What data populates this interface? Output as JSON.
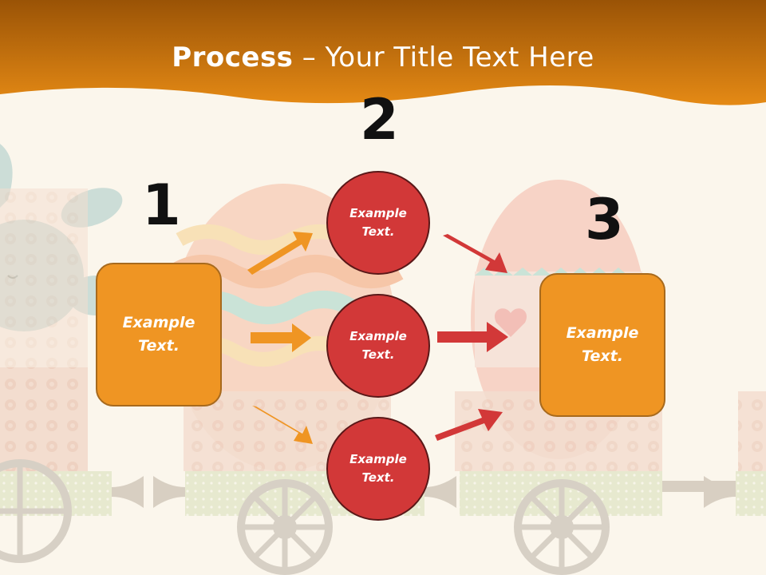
{
  "title": {
    "bold": "Process",
    "rest": " – Your Title Text Here"
  },
  "steps": {
    "n1": "1",
    "n2": "2",
    "n3": "3"
  },
  "boxes": {
    "left": "Example\nText.",
    "right": "Example\nText."
  },
  "circles": [
    {
      "text": "Example\nText."
    },
    {
      "text": "Example\nText."
    },
    {
      "text": "Example\nText."
    }
  ],
  "colors": {
    "orange": "#ef9523",
    "red": "#d23838",
    "banner": "#d98012",
    "background": "#fbf6ec"
  }
}
